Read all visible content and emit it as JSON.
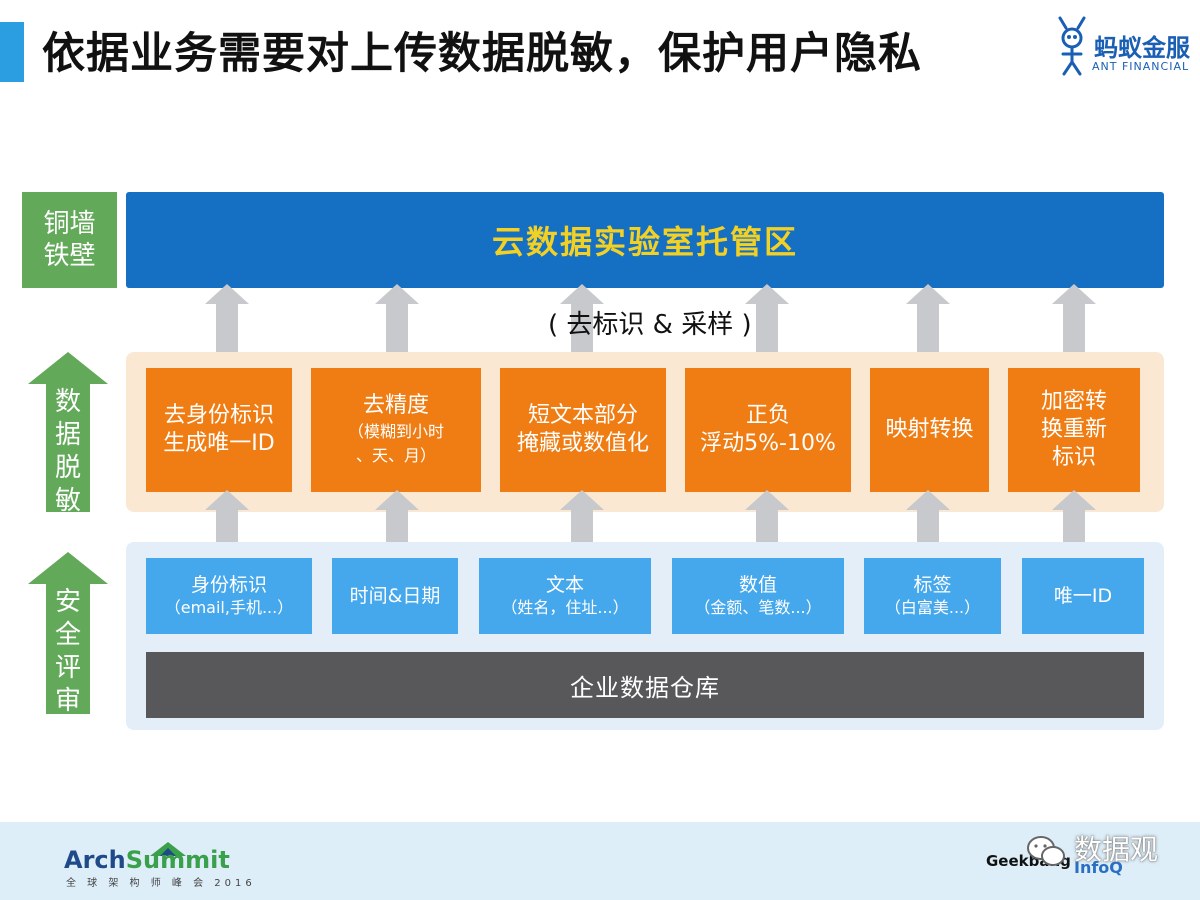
{
  "header": {
    "title": "依据业务需要对上传数据脱敏，保护用户隐私",
    "brand_name": "蚂蚁金服",
    "brand_en": "ANT FINANCIAL"
  },
  "layers": {
    "top_label_line1": "铜墙",
    "top_label_line2": "铁壁",
    "desensitize_label": [
      "数",
      "据",
      "脱",
      "敏"
    ],
    "security_label": [
      "安",
      "全",
      "评",
      "审"
    ]
  },
  "cloud_zone": {
    "label": "云数据实验室托管区"
  },
  "deid_note": "( 去标识 & 采样 )",
  "methods": [
    {
      "lines": [
        "去身份标识",
        "生成唯一ID"
      ],
      "small": []
    },
    {
      "lines": [
        "去精度"
      ],
      "small": [
        "（模糊到小时",
        "、天、月）"
      ]
    },
    {
      "lines": [
        "短文本部分",
        "掩藏或数值化"
      ],
      "small": []
    },
    {
      "lines": [
        "正负",
        "浮动5%-10%"
      ],
      "small": []
    },
    {
      "lines": [
        "映射转换"
      ],
      "small": []
    },
    {
      "lines": [
        "加密转",
        "换重新",
        "标识"
      ],
      "small": []
    }
  ],
  "sources": [
    {
      "line1": "身份标识",
      "line2": "（email,手机...）"
    },
    {
      "line1": "时间&日期",
      "line2": ""
    },
    {
      "line1": "文本",
      "line2": "（姓名，住址...）"
    },
    {
      "line1": "数值",
      "line2": "（金额、笔数...）"
    },
    {
      "line1": "标签",
      "line2": "（白富美...）"
    },
    {
      "line1": "唯一ID",
      "line2": ""
    }
  ],
  "warehouse": {
    "label": "企业数据仓库"
  },
  "footer": {
    "summit_arch": "Arch",
    "summit_summit": "Summit",
    "summit_sub": "全 球 架 构 师 峰 会 2016",
    "sponsor_geek": "Geekbang",
    "sponsor_infoq": "InfoQ",
    "watermark": "数据观"
  },
  "colors": {
    "title_accent": "#2a9ee0",
    "cloud_bar": "#1570c4",
    "cloud_text": "#f2d024",
    "method_box": "#ef7d14",
    "source_box": "#45a7ec",
    "warehouse": "#58585a",
    "layer_green": "#63a95a"
  }
}
